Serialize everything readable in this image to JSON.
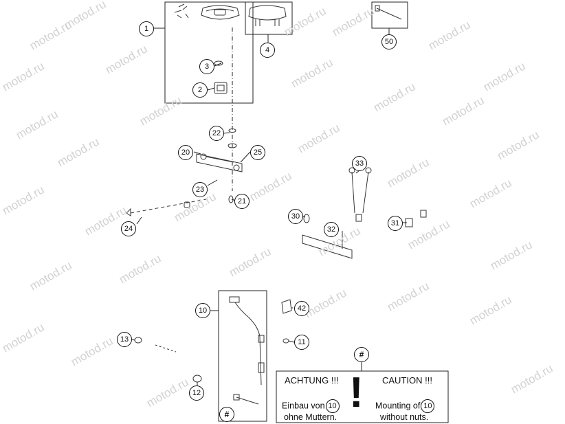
{
  "watermark": "motod.ru",
  "callouts": {
    "c1": "1",
    "c2": "2",
    "c3": "3",
    "c4": "4",
    "c50": "50",
    "c22": "22",
    "c20": "20",
    "c25": "25",
    "c23": "23",
    "c21": "21",
    "c24": "24",
    "c33": "33",
    "c30": "30",
    "c32": "32",
    "c31": "31",
    "c10": "10",
    "c42": "42",
    "c13": "13",
    "c11": "11",
    "c12": "12",
    "hash_bottom": "#"
  },
  "note": {
    "marker": "#",
    "exclamation": "!",
    "de_title": "ACHTUNG !!!",
    "de_line1_prefix": "Einbau von",
    "de_ref": "10",
    "de_line2": "ohne Muttern.",
    "en_title": "CAUTION !!!",
    "en_line1_prefix": "Mounting of",
    "en_ref": "10",
    "en_line2": "without nuts."
  }
}
